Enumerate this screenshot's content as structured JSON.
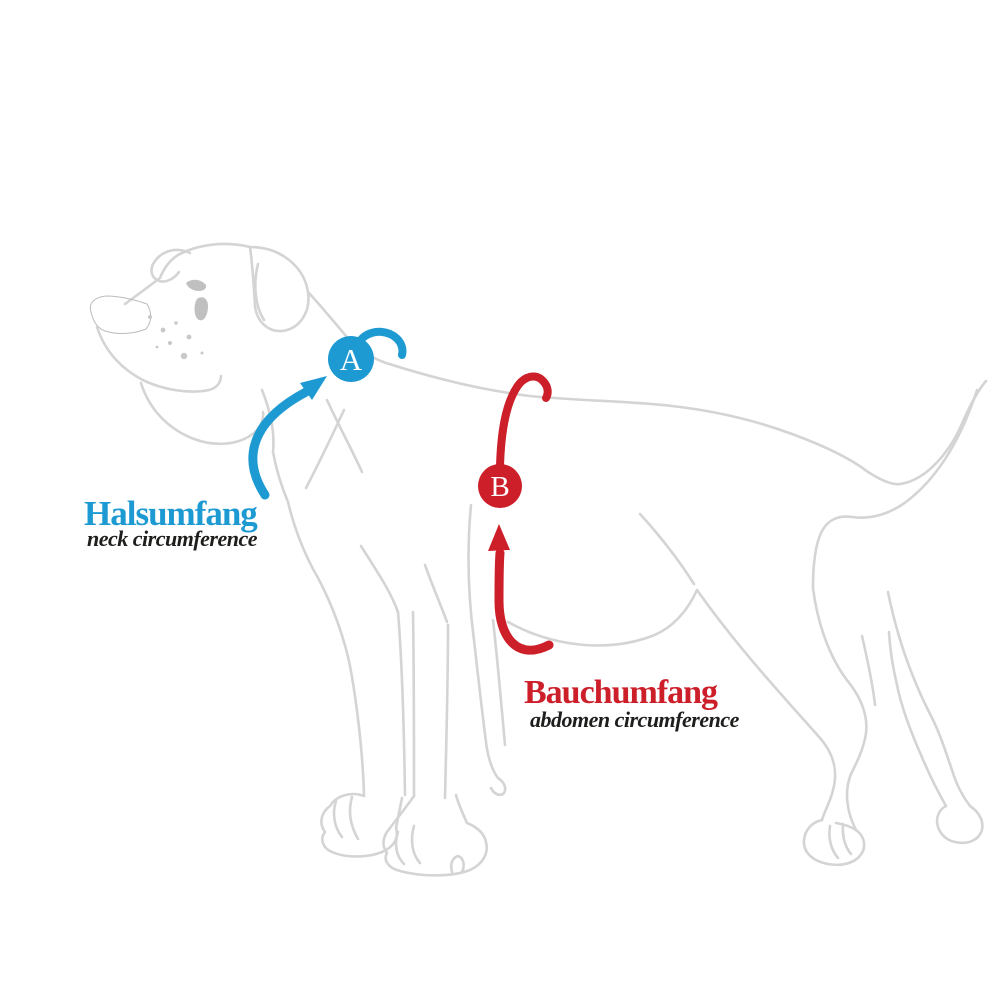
{
  "diagram": {
    "subject_icon": "dog-side-profile-outline",
    "markers": [
      {
        "letter": "A",
        "label": "Halsumfang",
        "sublabel": "neck circumference",
        "color": "#1e9ad3"
      },
      {
        "letter": "B",
        "label": "Bauchumfang",
        "sublabel": "abdomen circumference",
        "color": "#cd1f2a"
      }
    ],
    "colors": {
      "accent_blue": "#1e9ad3",
      "accent_red": "#cd1f2a",
      "label_text_dark": "#1e1e1c",
      "outline_gray": "#d4d4d4",
      "background": "#ffffff"
    }
  }
}
